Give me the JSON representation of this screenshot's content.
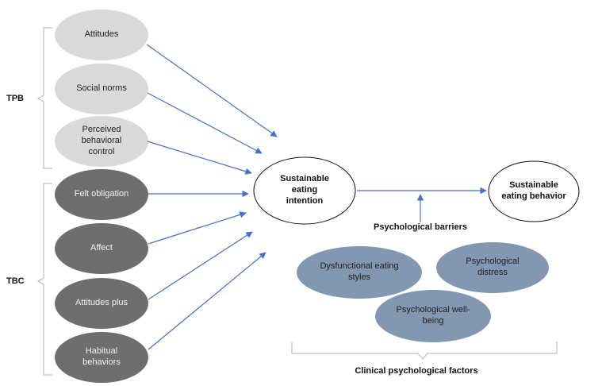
{
  "diagram": {
    "groups": {
      "tpb": "TPB",
      "tbc": "TBC"
    },
    "tpb_items": [
      "Attitudes",
      "Social norms",
      "Perceived\nbehavioral\ncontrol"
    ],
    "tbc_items": [
      "Felt obligation",
      "Affect",
      "Attitudes plus",
      "Habitual\nbehaviors"
    ],
    "intention": "Sustainable\neating\nintention",
    "behavior": "Sustainable\neating behavior",
    "barriers_label": "Psychological barriers",
    "clinical_items": [
      "Dysfunctional eating\nstyles",
      "Psychological\ndistress",
      "Psychological well-\nbeing"
    ],
    "clinical_label": "Clinical psychological factors",
    "colors": {
      "tpb_fill": "#d9d9d9",
      "tbc_fill": "#6e6e6e",
      "clinical_fill": "#8497b0",
      "arrow": "#4472c4",
      "bracket": "#bfbfbf"
    }
  }
}
